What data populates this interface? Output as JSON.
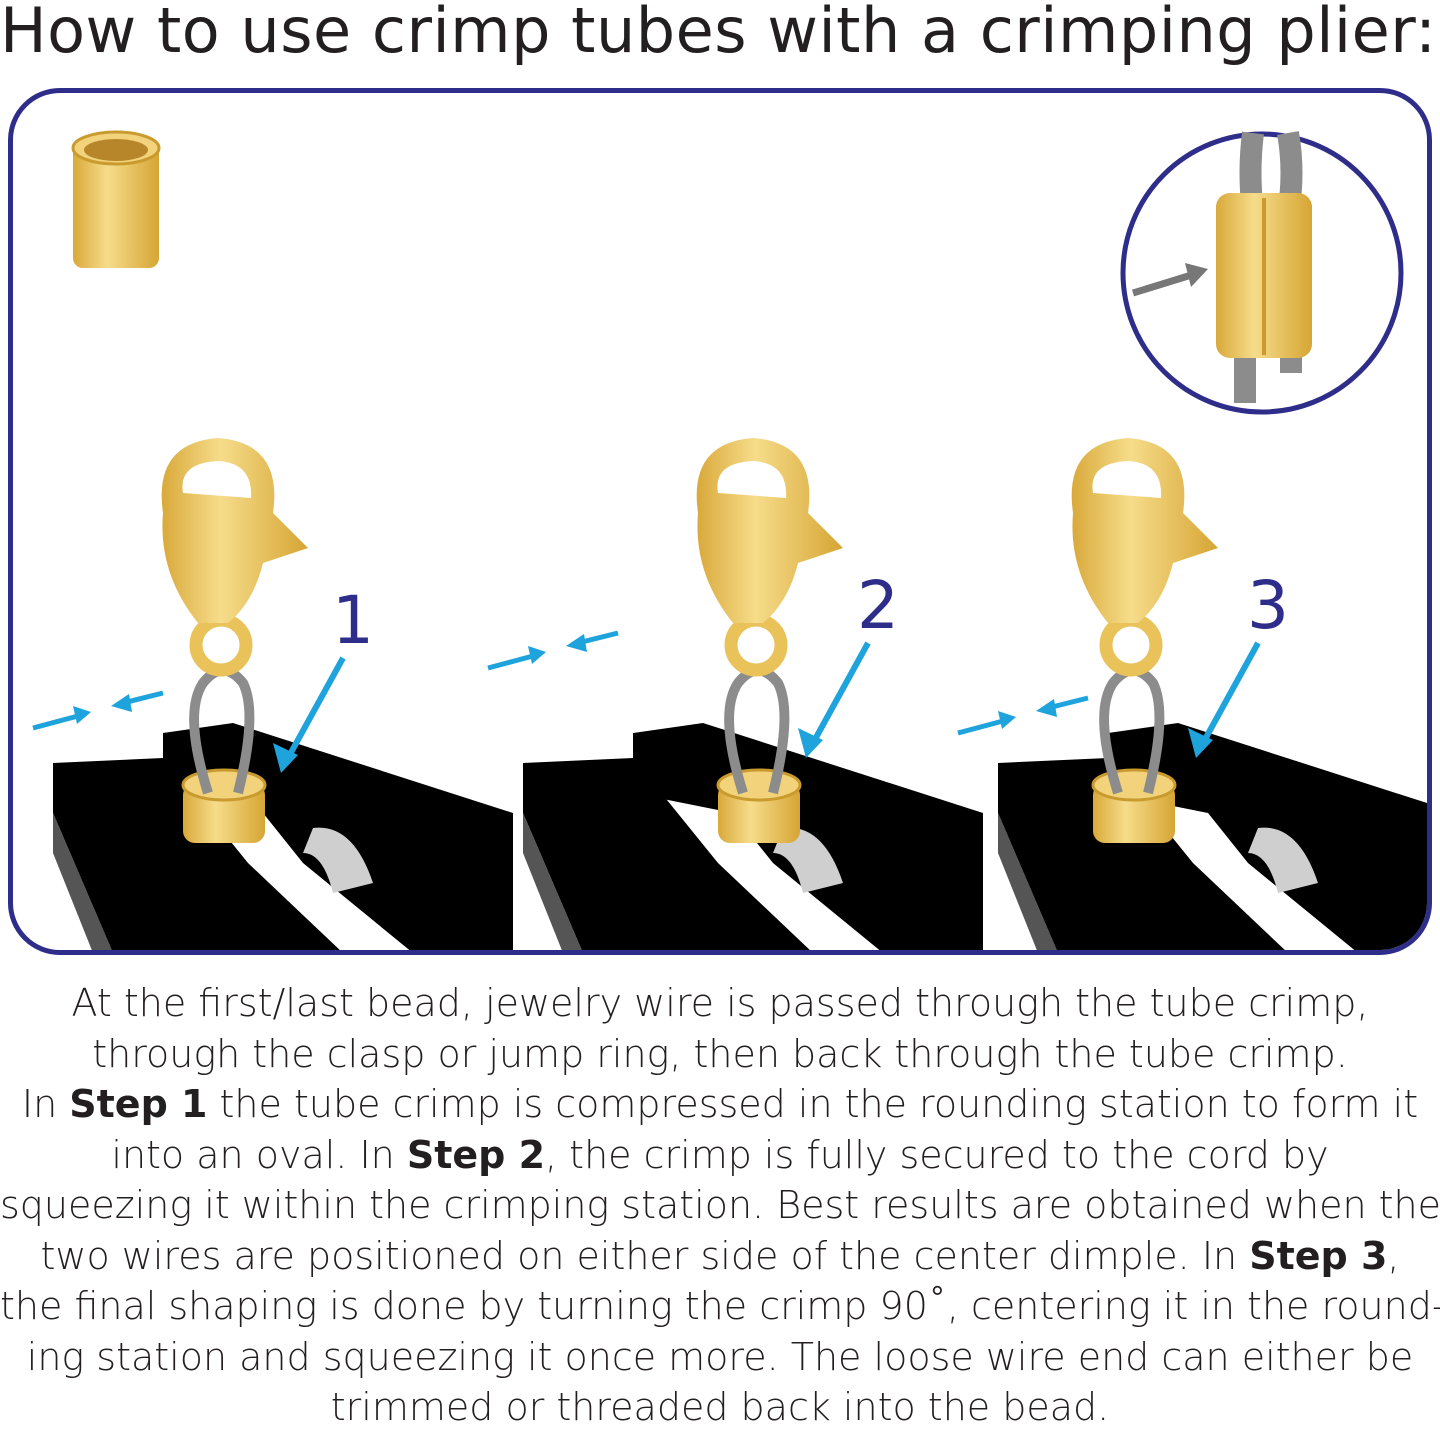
{
  "title": "How to use crimp tubes with a crimping plier:",
  "steps": [
    {
      "number": "1"
    },
    {
      "number": "2"
    },
    {
      "number": "3"
    }
  ],
  "colors": {
    "frame": "#2e2d8a",
    "gold": "#e9c25a",
    "arrow": "#1fa3dc",
    "plier": "#000000",
    "wire": "#8c8c8c"
  },
  "caption": {
    "lines": [
      [
        {
          "t": "At the first/last bead, jewelry wire is passed through the tube crimp,"
        }
      ],
      [
        {
          "t": "through the clasp or jump ring, then back through the tube crimp."
        }
      ],
      [
        {
          "t": "In "
        },
        {
          "t": "Step 1",
          "b": true
        },
        {
          "t": " the tube crimp is compressed in the rounding station to form it"
        }
      ],
      [
        {
          "t": "into an oval. In "
        },
        {
          "t": "Step 2",
          "b": true
        },
        {
          "t": ", the crimp is fully secured to the cord by"
        }
      ],
      [
        {
          "t": "squeezing it within the crimping station. Best results are obtained when the"
        }
      ],
      [
        {
          "t": "two wires are positioned on either side of the center dimple. In "
        },
        {
          "t": "Step 3",
          "b": true
        },
        {
          "t": ","
        }
      ],
      [
        {
          "t": "the final shaping is done by turning the crimp 90˚, centering it in the round-"
        }
      ],
      [
        {
          "t": "ing station and squeezing it once more. The loose wire end can either be"
        }
      ],
      [
        {
          "t": "trimmed or threaded back into the bead."
        }
      ]
    ]
  }
}
